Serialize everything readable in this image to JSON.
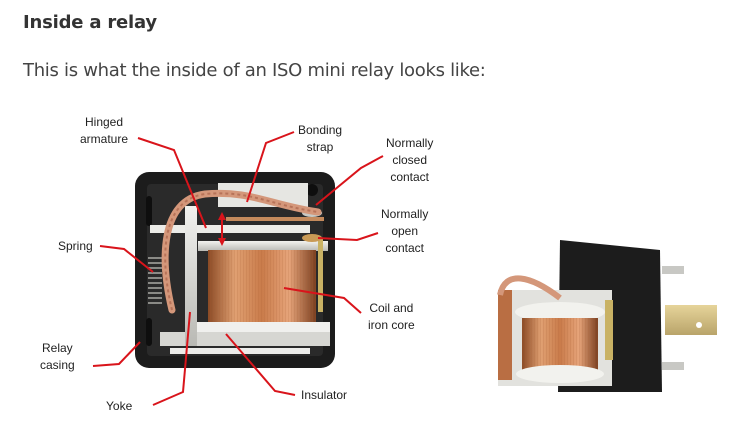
{
  "section": {
    "heading": "Inside a relay",
    "intro": "This is what the inside of an ISO mini relay looks like:"
  },
  "diagram": {
    "labels": {
      "hinged_armature": [
        "Hinged",
        "armature"
      ],
      "bonding_strap": [
        "Bonding",
        "strap"
      ],
      "normally_closed": [
        "Normally",
        "closed",
        "contact"
      ],
      "normally_open": [
        "Normally",
        "open",
        "contact"
      ],
      "spring": [
        "Spring"
      ],
      "coil": [
        "Coil and",
        "iron core"
      ],
      "relay_casing": [
        "Relay",
        "casing"
      ],
      "yoke": [
        "Yoke"
      ],
      "insulator": [
        "Insulator"
      ]
    }
  },
  "colors": {
    "leader": "#d9141b",
    "casing": "#1c1c1c",
    "copper": "#c97b4a",
    "metal": "#d8d8d4"
  }
}
